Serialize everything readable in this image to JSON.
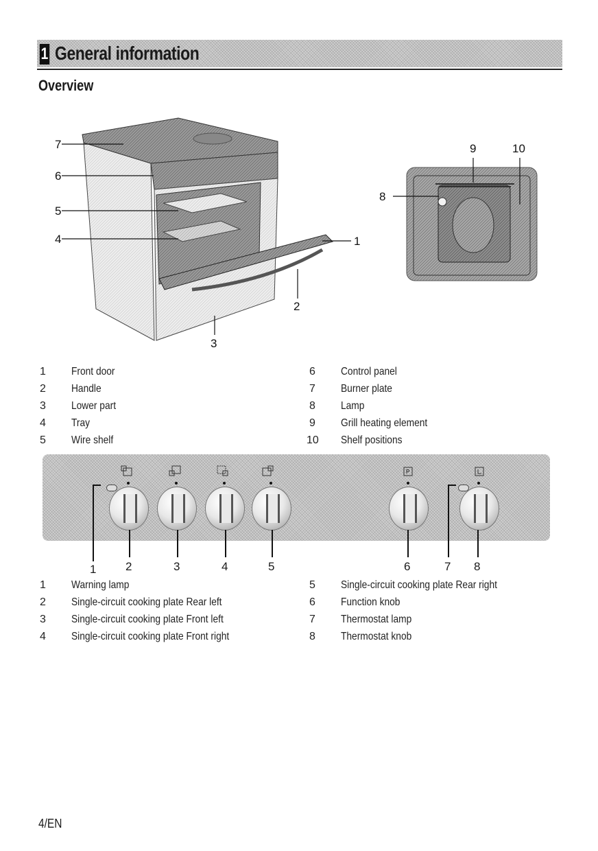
{
  "section": {
    "number": "1",
    "title": "General information"
  },
  "subheading": "Overview",
  "oven_diagram": {
    "callouts": [
      "7",
      "6",
      "5",
      "4",
      "1",
      "2",
      "3"
    ],
    "interior_callouts": [
      "8",
      "9",
      "10"
    ]
  },
  "oven_legend": {
    "left": [
      {
        "num": "1",
        "label": "Front door"
      },
      {
        "num": "2",
        "label": "Handle"
      },
      {
        "num": "3",
        "label": "Lower part"
      },
      {
        "num": "4",
        "label": "Tray"
      },
      {
        "num": "5",
        "label": "Wire shelf"
      }
    ],
    "right": [
      {
        "num": "6",
        "label": "Control panel"
      },
      {
        "num": "7",
        "label": "Burner plate"
      },
      {
        "num": "8",
        "label": "Lamp"
      },
      {
        "num": "9",
        "label": "Grill heating element"
      },
      {
        "num": "10",
        "label": "Shelf positions"
      }
    ]
  },
  "control_panel": {
    "callouts": [
      "1",
      "2",
      "3",
      "4",
      "5",
      "6",
      "7",
      "8"
    ],
    "symbols": [
      "rear-left-plate-icon",
      "front-left-plate-icon",
      "front-right-plate-icon",
      "rear-right-plate-icon",
      "function-icon",
      "thermostat-icon"
    ]
  },
  "panel_legend": {
    "left": [
      {
        "num": "1",
        "label": "Warning lamp"
      },
      {
        "num": "2",
        "label": "Single-circuit cooking plate Rear left"
      },
      {
        "num": "3",
        "label": "Single-circuit cooking plate Front left"
      },
      {
        "num": "4",
        "label": "Single-circuit cooking plate Front right"
      }
    ],
    "right": [
      {
        "num": "5",
        "label": "Single-circuit cooking plate Rear right"
      },
      {
        "num": "6",
        "label": "Function knob"
      },
      {
        "num": "7",
        "label": "Thermostat lamp"
      },
      {
        "num": "8",
        "label": "Thermostat knob"
      }
    ]
  },
  "footer": {
    "page": "4/EN"
  }
}
